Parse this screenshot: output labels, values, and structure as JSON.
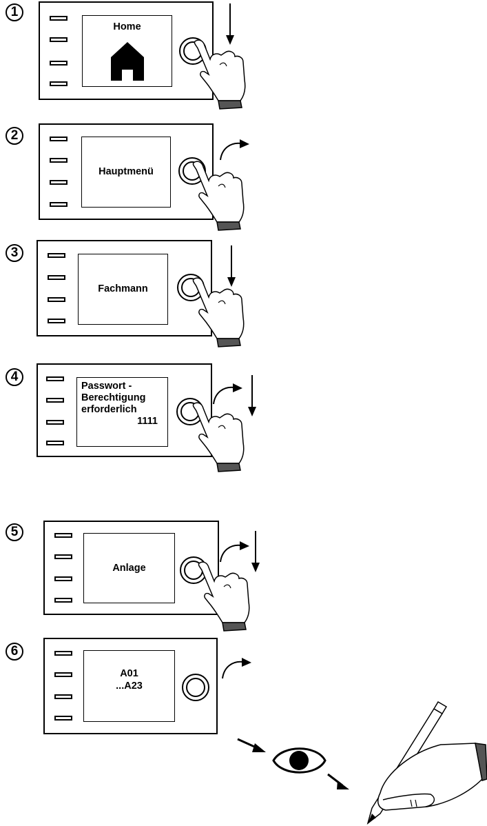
{
  "steps": [
    {
      "number": "1",
      "screen_text": "Home",
      "screen_icon": "home-icon"
    },
    {
      "number": "2",
      "screen_text": "Hauptmenü"
    },
    {
      "number": "3",
      "screen_text": "Fachmann"
    },
    {
      "number": "4",
      "screen_lines": [
        "Passwort -",
        "Berechtigung",
        "erforderlich"
      ],
      "screen_value": "1111"
    },
    {
      "number": "5",
      "screen_text": "Anlage"
    },
    {
      "number": "6",
      "screen_lines": [
        "A01",
        "...A23"
      ]
    }
  ],
  "icons": [
    "home-icon",
    "hand-press-icon",
    "arrow-down-icon",
    "rotate-arrow-icon",
    "eye-icon",
    "hand-writing-icon"
  ],
  "colors": {
    "outline": "#000000",
    "cuff": "#555555"
  }
}
